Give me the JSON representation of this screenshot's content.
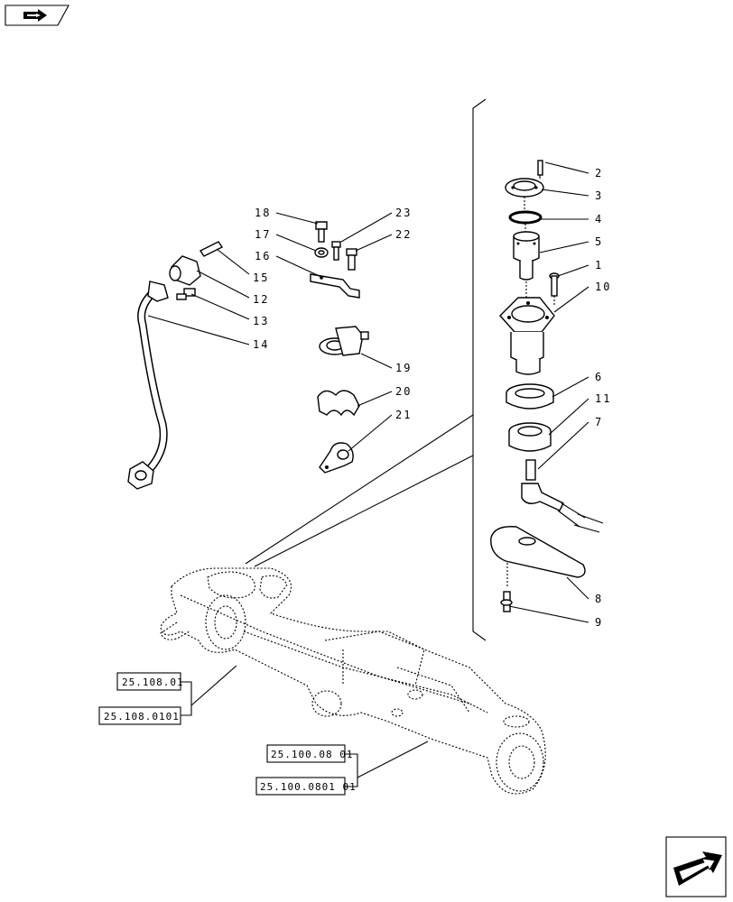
{
  "callouts": {
    "c1": "1",
    "c2": "2",
    "c3": "3",
    "c4": "4",
    "c5": "5",
    "c6": "6",
    "c7": "7",
    "c8": "8",
    "c9": "9",
    "c10": "10",
    "c11": "11",
    "c12": "12",
    "c13": "13",
    "c14": "14",
    "c15": "15",
    "c16": "16",
    "c17": "17",
    "c18": "18",
    "c19": "19",
    "c20": "20",
    "c21": "21",
    "c22": "22",
    "c23": "23"
  },
  "references": {
    "r1": "25.108.01",
    "r2": "25.108.0101",
    "r3": "25.100.08 01",
    "r4": "25.100.0801 01"
  },
  "nav": {
    "back_icon": "back-arrow-icon",
    "forward_icon": "forward-arrow-icon"
  }
}
